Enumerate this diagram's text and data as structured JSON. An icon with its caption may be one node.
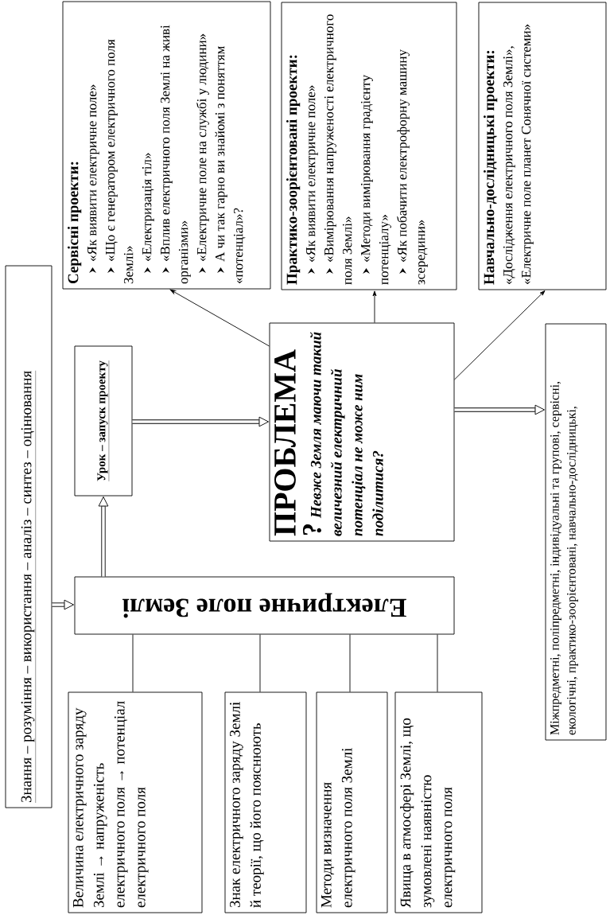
{
  "diagram": {
    "nodes": [
      {
        "text": [
          "Знання – розуміння – використання – аналіз – синтез – оцінювання"
        ]
      },
      {
        "text": [
          "Електричне поле Землі"
        ]
      },
      {
        "text": [
          "Урок – запуск проекту"
        ]
      },
      {
        "text": [
          "ПРОБЛЕМА",
          "?",
          "Невже Земля маючи такий величезний електричний потенціал не може ним поділитися?"
        ]
      },
      {
        "text": [
          "Сервісні проекти:",
          "«Як виявити електричне поле»",
          "«Що є генератором електричного поля Землі»",
          "«Електризація тіл»",
          "«Вплив електричного поля Землі на живі організми»",
          "«Електричне поле на службі у людини»",
          "А чи так гарно ви знайомі з поняттям «потенціал»?"
        ]
      },
      {
        "text": [
          "Практико-зоорієнтовані проекти:",
          "«Як виявити електричне поле»",
          "«Вимірювання напруженості електричного поля Землі»",
          "«Методи вимірювання градієнту потенціалу»",
          "«Як побачити електрофорну машину зсередини»"
        ]
      },
      {
        "text": [
          "Навчально-дослідницькі проекти:",
          "«Дослідження електричного поля Землі»,",
          "«Електричне поле планет Сонячної системи»"
        ]
      },
      {
        "text": [
          "Міжпредметні, поліпредметні, індивідуальні та групові, сервісні, екологічні, практико-зоорієнтовані, навчально-дослідницькі,"
        ]
      },
      {
        "text": [
          "Величина електричного заряду Землі → напруженість електричного поля → потенціал електричного поля"
        ]
      },
      {
        "text": [
          "Знак електричного заряду Землі й теорії, що його пояснюють"
        ]
      },
      {
        "text": [
          "Методи визначення електричного поля Землі"
        ]
      },
      {
        "text": [
          "Явища в атмосфері Землі, що зумовлені наявністю електричного поля"
        ]
      }
    ],
    "edges": [
      {
        "from": 0,
        "to": 1,
        "arrow": "to",
        "style": "thick"
      },
      {
        "from": 1,
        "to": 2,
        "arrow": "to",
        "style": "thick"
      },
      {
        "from": 2,
        "to": 3,
        "arrow": "to",
        "style": "thick"
      },
      {
        "from": 3,
        "to": 4,
        "arrow": "to"
      },
      {
        "from": 3,
        "to": 5,
        "arrow": "to"
      },
      {
        "from": 3,
        "to": 6,
        "arrow": "to"
      },
      {
        "from": 3,
        "to": 7,
        "arrow": "to",
        "style": "thick"
      },
      {
        "from": 1,
        "to": 8,
        "arrow": "none"
      },
      {
        "from": 1,
        "to": 9,
        "arrow": "none"
      },
      {
        "from": 1,
        "to": 10,
        "arrow": "none"
      },
      {
        "from": 1,
        "to": 11,
        "arrow": "none"
      }
    ]
  }
}
